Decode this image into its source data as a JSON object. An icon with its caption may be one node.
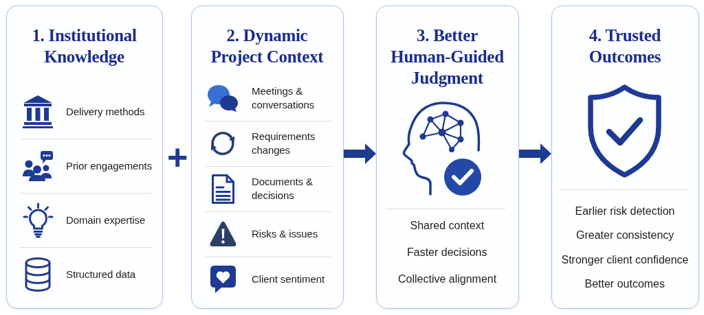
{
  "diagram": {
    "nodes": [
      {
        "text": [
          "1. Institutional Knowledge",
          "Delivery methods",
          "Prior engagements",
          "Domain expertise",
          "Structured data"
        ]
      },
      {
        "text": [
          "2. Dynamic Project Context",
          "Meetings & conversations",
          "Requirements changes",
          "Documents & decisions",
          "Risks & issues",
          "Client sentiment"
        ]
      },
      {
        "text": [
          "3. Better Human-Guided Judgment",
          "Shared context",
          "Faster decisions",
          "Collective alignment"
        ]
      },
      {
        "text": [
          "4. Trusted Outcomes",
          "Earlier risk detection",
          "Greater consistency",
          "Stronger client confidence",
          "Better outcomes"
        ]
      }
    ],
    "edges": [
      {
        "from": 1,
        "to": 2,
        "arrow": "to"
      },
      {
        "from": 2,
        "to": 3,
        "arrow": "to"
      }
    ],
    "labels": [
      "+"
    ]
  }
}
